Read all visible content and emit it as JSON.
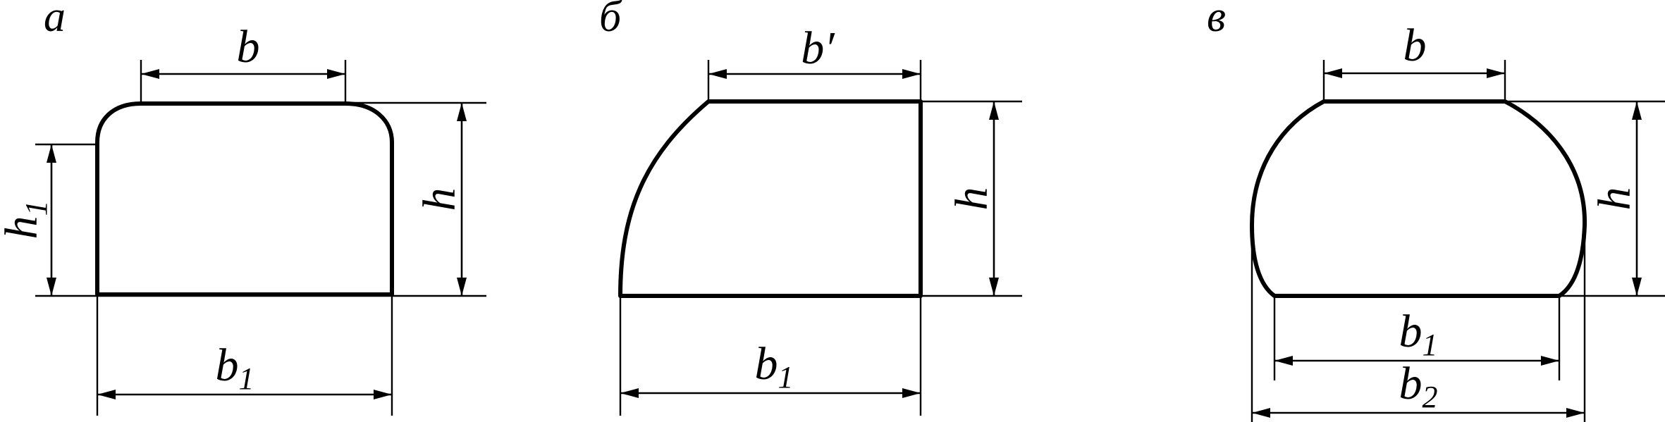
{
  "figure": {
    "panels": [
      {
        "id": "a",
        "label": "а",
        "dimensions": {
          "top_width": "b",
          "height": "h",
          "side_height": {
            "base": "h",
            "sub": "1"
          },
          "bottom_width": {
            "base": "b",
            "sub": "1"
          }
        }
      },
      {
        "id": "b",
        "label": "б",
        "dimensions": {
          "top_width": "b′",
          "height": "h",
          "bottom_width": {
            "base": "b",
            "sub": "1"
          }
        }
      },
      {
        "id": "v",
        "label": "в",
        "dimensions": {
          "top_width": "b",
          "height": "h",
          "bottom_width": {
            "base": "b",
            "sub": "1"
          },
          "max_width": {
            "base": "b",
            "sub": "2"
          }
        }
      }
    ]
  }
}
